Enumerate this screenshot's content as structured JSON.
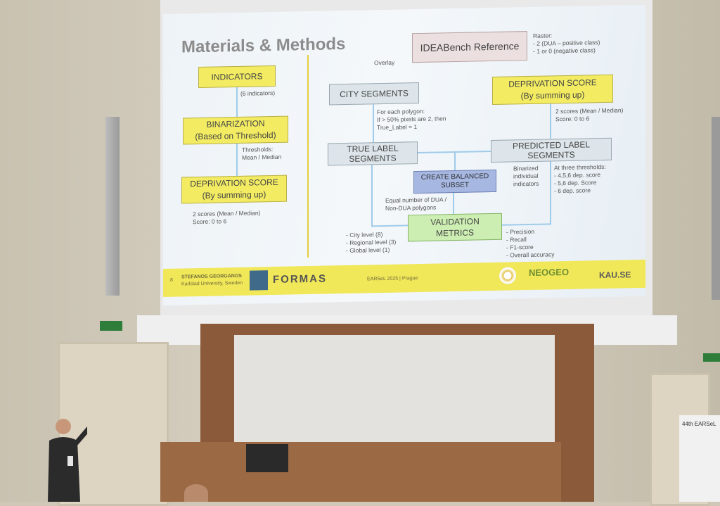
{
  "slide": {
    "title": "Materials & Methods",
    "left": {
      "indicators": "INDICATORS",
      "indicators_note": "(6 indicators)",
      "binarization": [
        "BINARIZATION",
        "(Based on Threshold)"
      ],
      "thresholds_note": [
        "Thresholds:",
        "Mean / Median"
      ],
      "deprivation": [
        "DEPRIVATION SCORE",
        "(By summing up)"
      ],
      "scores_note": [
        "2 scores (Mean / Median)",
        "Score: 0 to 6"
      ]
    },
    "right": {
      "reference": "IDEABench Reference",
      "raster_note": [
        "Raster:",
        "-   2 (DUA – positive class)",
        "-   1 or 0 (negative class)"
      ],
      "overlay": "Overlay",
      "city_segments": "CITY SEGMENTS",
      "polygon_note": [
        "For each polygon:",
        "If > 50% pixels are 2, then",
        "True_Label = 1"
      ],
      "deprivation": [
        "DEPRIVATION SCORE",
        "(By summing up)"
      ],
      "dep_scores_note": [
        "2 scores (Mean / Median)",
        "Score: 0 to 6"
      ],
      "true_label": [
        "TRUE LABEL",
        "SEGMENTS"
      ],
      "predicted_label": [
        "PREDICTED LABEL",
        "SEGMENTS"
      ],
      "balanced": [
        "CREATE BALANCED",
        "SUBSET"
      ],
      "binarized_note": [
        "Binarized",
        "individual",
        "indicators"
      ],
      "thresholds_note": [
        "At three thresholds:",
        "-    4,5,6 dep. score",
        "-    5,6 dep. Score",
        "-    6 dep. score"
      ],
      "equal_note": [
        "Equal number of DUA /",
        "Non-DUA polygons"
      ],
      "validation": [
        "VALIDATION",
        "METRICS"
      ],
      "levels_note": [
        "-    City level (8)",
        "-    Regional level (3)",
        "-    Global level (1)"
      ],
      "metrics_note": [
        "-    Precision",
        "-    Recall",
        "-    F1-score",
        "-    Overall accuracy"
      ]
    },
    "footer": {
      "page": "8",
      "author": "STEFANOS GEORGANOS",
      "affiliation": "Karlstad University, Sweden",
      "formas": "FORMAS",
      "event": "EARSeL 2025 | Prague",
      "neogeo": "NEOGEO",
      "kau": "KAU.SE"
    }
  },
  "room": {
    "banner": "44th EARSeL"
  },
  "colors": {
    "yellow_box": "#f3ec63",
    "grey_box": "#dde5ea",
    "green_box": "#cdeeb3",
    "purple_box": "#a6b7e2",
    "arrow": "#9fcbea"
  }
}
